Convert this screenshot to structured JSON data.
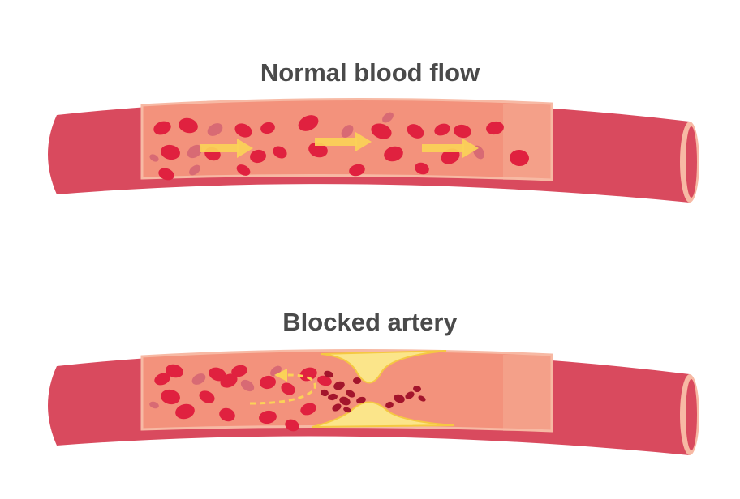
{
  "panels": [
    {
      "id": "normal",
      "title": "Normal blood flow"
    },
    {
      "id": "blocked",
      "title": "Blocked artery"
    }
  ],
  "colors": {
    "artery_wall": "#d94a5e",
    "artery_wall_dark": "#c73a4f",
    "lumen": "#f3927c",
    "lumen_light": "#f7b9a4",
    "red_cell": "#e0213f",
    "red_cell_faded": "#d86a74",
    "clot_cell": "#a3152c",
    "plaque": "#fbe58a",
    "plaque_edge": "#f5c842",
    "arrow": "#fbd257",
    "title_text": "#4a4a4a"
  },
  "icons": {
    "flow_arrow": "arrow-right-icon",
    "reverse_flow": "curved-arrow-icon"
  }
}
